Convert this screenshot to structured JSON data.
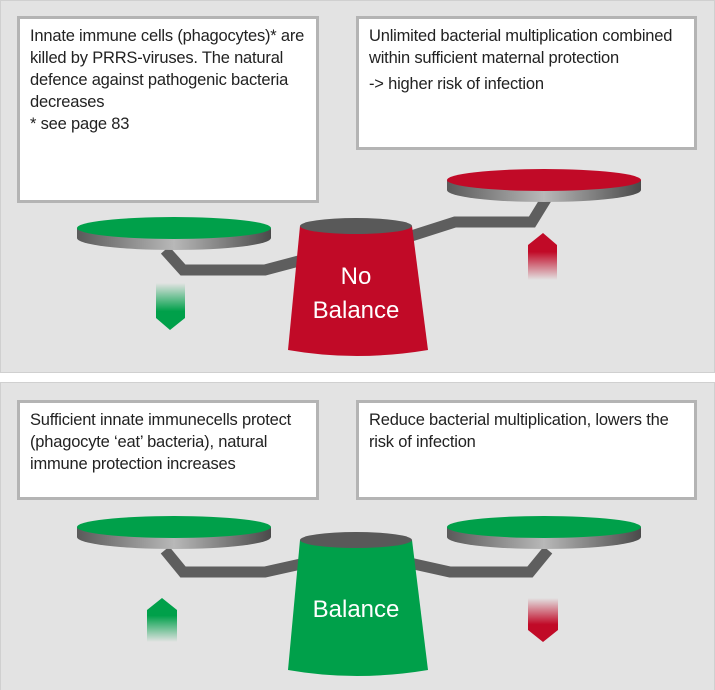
{
  "colors": {
    "red": "#c10a27",
    "green": "#00a04a",
    "background": "#e3e3e3",
    "metal": "#6a6a6a"
  },
  "top_panel": {
    "left_box": {
      "text": "Innate immune cells (phagocytes)* are killed by PRRS-viruses. The natural defence against pathogenic bacteria decreases",
      "note": "* see page 83"
    },
    "right_box": {
      "text": "Unlimited bacterial multiplication combined within sufficient maternal protection",
      "note": "-> higher risk of infection"
    },
    "label_line1": "No",
    "label_line2": "Balance",
    "left_arrow": "down",
    "right_arrow": "up"
  },
  "bottom_panel": {
    "left_box": {
      "text": "Sufficient innate immunecells protect (phagocyte ‘eat’ bacteria), natural immune protection increases"
    },
    "right_box": {
      "text": "Reduce bacterial multiplication, lowers the risk of infection"
    },
    "label": "Balance",
    "left_arrow": "up",
    "right_arrow": "down"
  }
}
